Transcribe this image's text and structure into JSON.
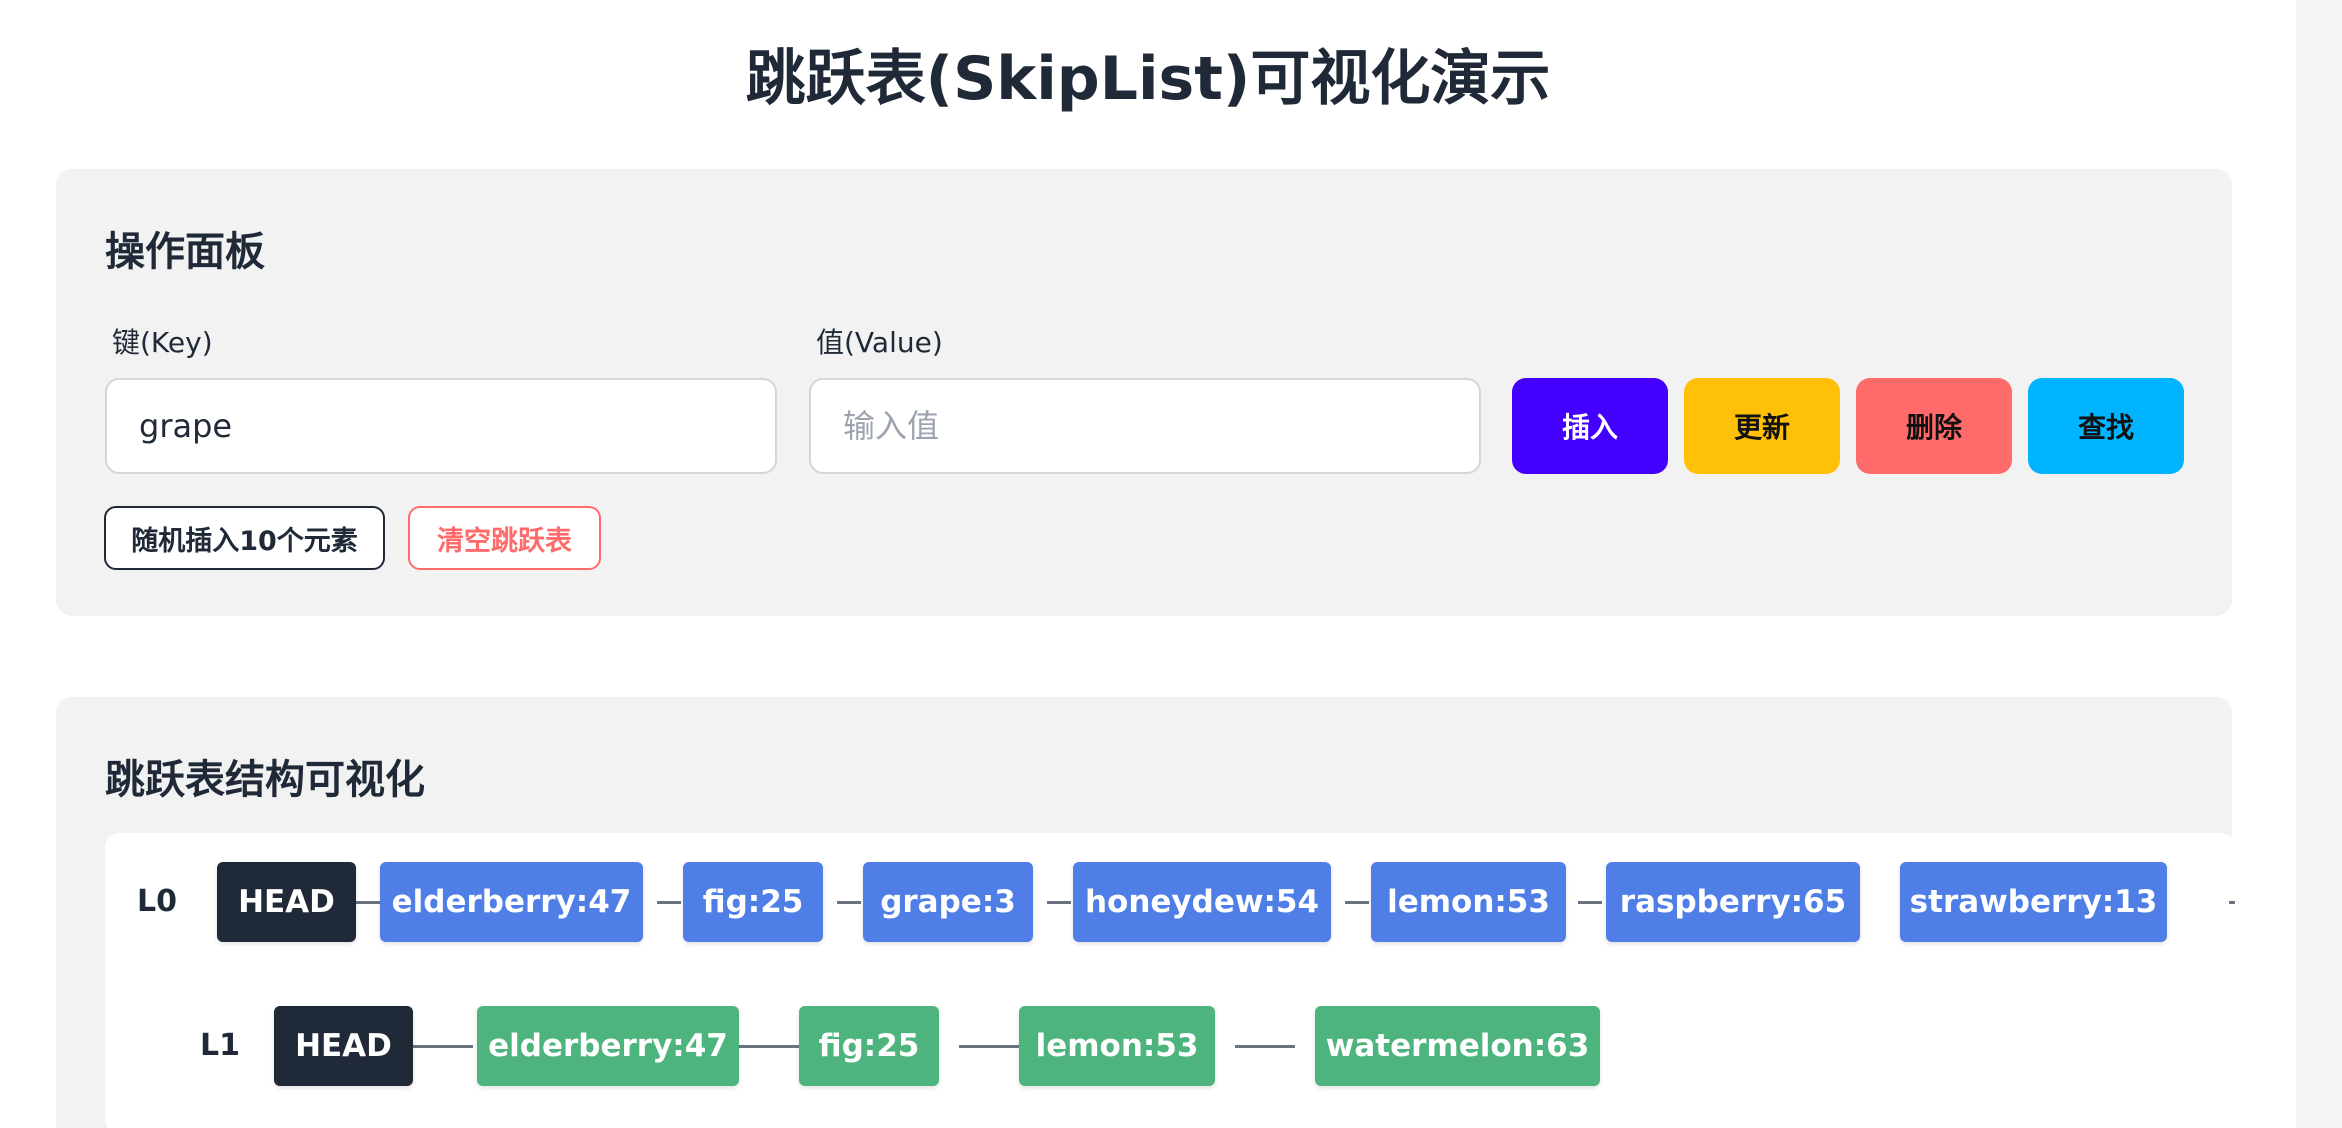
{
  "page": {
    "title": "跳跃表(SkipList)可视化演示"
  },
  "ops": {
    "title": "操作面板",
    "key_label": "键(Key)",
    "key_value": "grape",
    "value_label": "值(Value)",
    "value_placeholder": "输入值",
    "value_value": "",
    "buttons": {
      "insert": "插入",
      "update": "更新",
      "delete": "删除",
      "find": "查找"
    },
    "random_insert": "随机插入10个元素",
    "clear": "清空跳跃表"
  },
  "viz": {
    "title": "跳跃表结构可视化",
    "levels": [
      {
        "label": "L0",
        "head": "HEAD",
        "nodes": [
          "elderberry:47",
          "fig:25",
          "grape:3",
          "honeydew:54",
          "lemon:53",
          "raspberry:65",
          "strawberry:13"
        ]
      },
      {
        "label": "L1",
        "head": "HEAD",
        "nodes": [
          "elderberry:47",
          "fig:25",
          "lemon:53",
          "watermelon:63"
        ]
      }
    ]
  },
  "colors": {
    "insert": "#4400ff",
    "update": "#ffc107",
    "delete": "#ff6b6b",
    "find": "#00b4ff",
    "head_node": "#1f2937",
    "level0_node": "#4f7fe6",
    "level1_node": "#4eb47d"
  }
}
